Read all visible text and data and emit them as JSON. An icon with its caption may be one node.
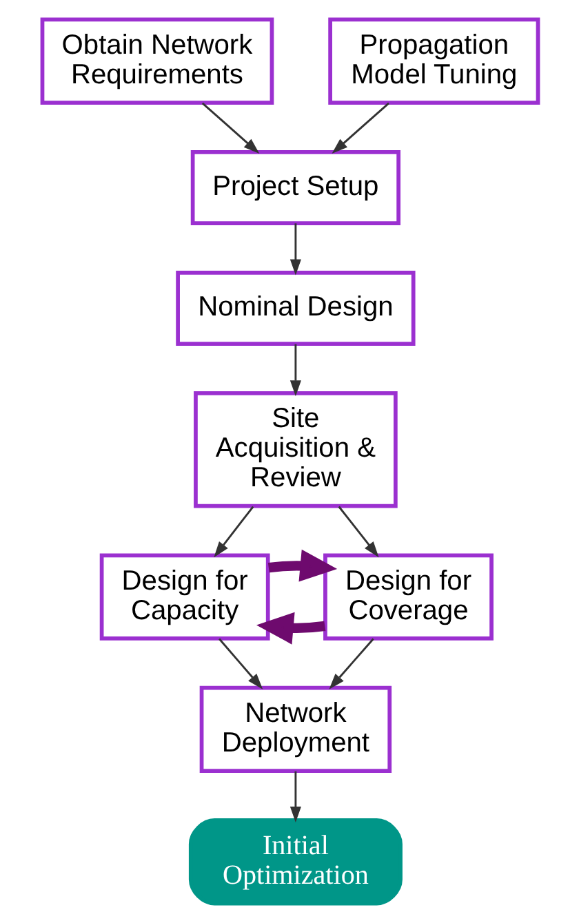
{
  "diagram": {
    "nodes": [
      {
        "text": [
          "Obtain Network Requirements"
        ]
      },
      {
        "text": [
          "Propagation Model Tuning"
        ]
      },
      {
        "text": [
          "Project Setup"
        ]
      },
      {
        "text": [
          "Nominal Design"
        ]
      },
      {
        "text": [
          "Site Acquisition & Review"
        ]
      },
      {
        "text": [
          "Design for Capacity"
        ]
      },
      {
        "text": [
          "Design for Coverage"
        ]
      },
      {
        "text": [
          "Network Deployment"
        ]
      },
      {
        "text": [
          "Initial Optimization"
        ]
      }
    ],
    "edges": [
      {
        "from": 0,
        "to": 2,
        "arrow": "to"
      },
      {
        "from": 1,
        "to": 2,
        "arrow": "to"
      },
      {
        "from": 2,
        "to": 3,
        "arrow": "to"
      },
      {
        "from": 3,
        "to": 4,
        "arrow": "to"
      },
      {
        "from": 4,
        "to": 5,
        "arrow": "to"
      },
      {
        "from": 4,
        "to": 6,
        "arrow": "to"
      },
      {
        "from": 6,
        "to": 5,
        "arrow": "to",
        "style": "thick",
        "color": "#6e0a6e"
      },
      {
        "from": 5,
        "to": 6,
        "arrow": "to",
        "style": "thick",
        "color": "#6e0a6e"
      },
      {
        "from": 5,
        "to": 7,
        "arrow": "to"
      },
      {
        "from": 6,
        "to": 7,
        "arrow": "to"
      },
      {
        "from": 7,
        "to": 8,
        "arrow": "to"
      }
    ]
  }
}
